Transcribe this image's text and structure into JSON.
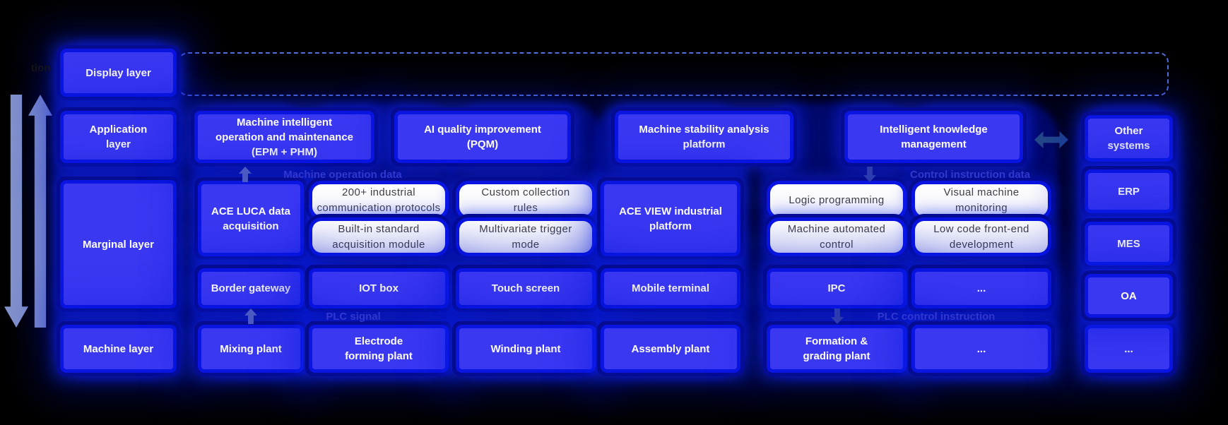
{
  "side_note": {
    "text": "tion"
  },
  "layers": [
    "Display layer",
    "Application\nlayer",
    "Marginal layer",
    "Machine layer"
  ],
  "application_row": [
    "Machine intelligent\noperation and maintenance\n(EPM + PHM)",
    "AI quality improvement\n(PQM)",
    "Machine stability analysis\nplatform",
    "Intelligent knowledge\nmanagement"
  ],
  "flow_labels": {
    "machine_operation_data": "Machine operation data",
    "control_instruction_data": "Control instruction data",
    "plc_signal": "PLC signal",
    "plc_control_instruction": "PLC control instruction"
  },
  "marginal": {
    "ace_luca": "ACE LUCA data\nacquisition",
    "protocols": "200+ industrial\ncommunication protocols",
    "builtin_module": "Built-in standard\nacquisition module",
    "custom_rules": "Custom collection\nrules",
    "multivariate_mode": "Multivariate trigger\nmode",
    "ace_view": "ACE VIEW industrial\nplatform",
    "logic_programming": "Logic programming",
    "machine_automated_control": "Machine automated\ncontrol",
    "visual_monitoring": "Visual machine\nmonitoring",
    "low_code_dev": "Low code front-end\ndevelopment"
  },
  "devices": [
    "Border gateway",
    "IOT box",
    "Touch screen",
    "Mobile terminal",
    "IPC",
    "..."
  ],
  "machine_row": [
    "Mixing plant",
    "Electrode\nforming plant",
    "Winding plant",
    "Assembly plant",
    "Formation &\ngrading plant",
    "...",
    "..."
  ],
  "other_systems": {
    "title": "Other\nsystems",
    "items": [
      "ERP",
      "MES",
      "OA",
      "..."
    ]
  },
  "colors": {
    "box_blue": "#3b38f2",
    "glow_blue": "#0a15e2",
    "glow_navy": "#050c92",
    "white_box_text": "#3f4048",
    "band_label_blue": "#3137cf",
    "side_arrow": "#8494cc",
    "background": "#000000"
  }
}
